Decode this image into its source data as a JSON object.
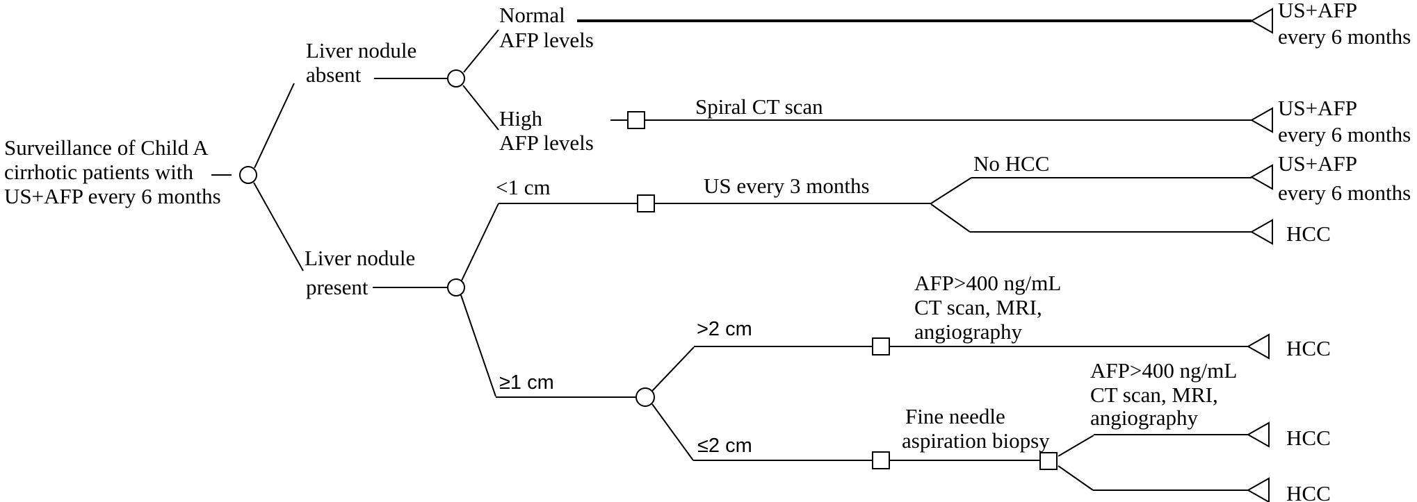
{
  "colors": {
    "ink": "#000000",
    "background": "#ffffff"
  },
  "node_shapes": {
    "chance": "circle",
    "decision": "square",
    "terminal": "triangle"
  },
  "tree": {
    "root": {
      "node_type": "chance",
      "label_lines": [
        "Surveillance of Child A",
        "cirrhotic patients with",
        "US+AFP every 6 months"
      ],
      "branches": [
        {
          "label_lines": [
            "Liver nodule",
            "absent"
          ],
          "node_type": "chance",
          "branches": [
            {
              "label_lines": [
                "Normal",
                "AFP levels"
              ],
              "terminal": "triangle",
              "outcome_lines": [
                "US+AFP",
                "every 6 months"
              ]
            },
            {
              "label_lines": [
                "High",
                "AFP levels"
              ],
              "node_type": "decision",
              "action": "Spiral CT scan",
              "terminal": "triangle",
              "outcome_lines": [
                "US+AFP",
                "every 6 months"
              ]
            }
          ]
        },
        {
          "label_lines": [
            "Liver nodule",
            "present"
          ],
          "node_type": "chance",
          "branches": [
            {
              "label": "<1 cm",
              "node_type": "decision",
              "action": "US every 3 months",
              "branches": [
                {
                  "label": "No HCC",
                  "terminal": "triangle",
                  "outcome_lines": [
                    "US+AFP",
                    "every 6 months"
                  ]
                },
                {
                  "terminal": "triangle",
                  "outcome": "HCC"
                }
              ]
            },
            {
              "label": "≥1 cm",
              "node_type": "chance",
              "branches": [
                {
                  "label": ">2 cm",
                  "node_type": "decision",
                  "action_lines": [
                    "AFP>400 ng/mL",
                    "CT scan, MRI,",
                    "angiography"
                  ],
                  "terminal": "triangle",
                  "outcome": "HCC"
                },
                {
                  "label": "≤2 cm",
                  "node_type": "decision",
                  "action_lines": [
                    "Fine needle",
                    "aspiration biopsy"
                  ],
                  "fork_node_type": "decision",
                  "branches": [
                    {
                      "action_lines": [
                        "AFP>400 ng/mL",
                        "CT scan, MRI,",
                        "angiography"
                      ],
                      "terminal": "triangle",
                      "outcome": "HCC"
                    },
                    {
                      "terminal": "triangle",
                      "outcome": "HCC"
                    }
                  ]
                }
              ]
            }
          ]
        }
      ]
    }
  }
}
